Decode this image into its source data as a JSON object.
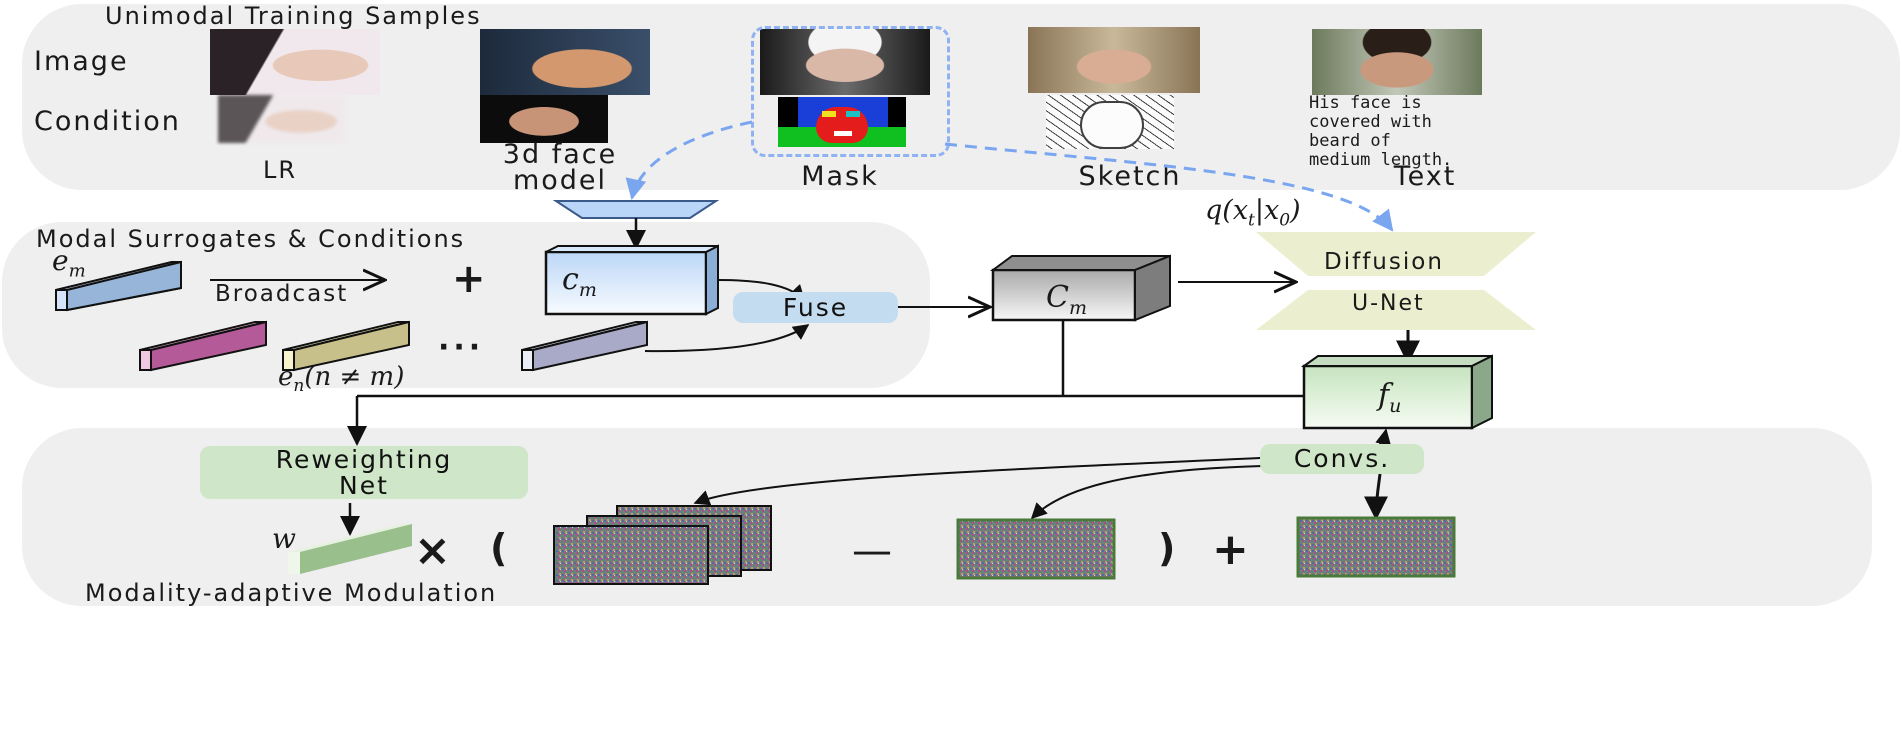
{
  "panels": {
    "unimodal_title": "Unimodal Training Samples",
    "surrogates_title": "Modal Surrogates & Conditions",
    "modulation_title": "Modality-adaptive Modulation"
  },
  "rows": {
    "image": "Image",
    "condition": "Condition"
  },
  "samples": [
    {
      "label": "LR"
    },
    {
      "label": "3d face\nmodel"
    },
    {
      "label": "Mask"
    },
    {
      "label": "Sketch"
    },
    {
      "label": "Text"
    }
  ],
  "text_condition": "His face is\ncovered with\nbeard of\nmedium length.",
  "math": {
    "e_m": "e",
    "e_m_sub": "m",
    "e_n": "e",
    "e_n_rest": "(n ≠ m)",
    "e_n_sub": "n",
    "c_m": "c",
    "c_m_sub": "m",
    "C_m": "C",
    "C_m_sub": "m",
    "f_u": "f",
    "f_u_sub": "u",
    "w": "w",
    "q_expr": "q(x",
    "q_t": "t",
    "q_mid": "|x",
    "q_0": "0",
    "q_end": ")"
  },
  "ops": {
    "broadcast": "Broadcast",
    "plus1": "+",
    "dots": "···",
    "fuse": "Fuse",
    "diffusion": "Diffusion",
    "unet": "U-Net",
    "convs": "Convs.",
    "reweighting": "Reweighting\nNet",
    "times": "×",
    "lparen": "(",
    "minus": "—",
    "rparen": ")",
    "plus2": "+"
  },
  "colors": {
    "panel": "#efefef",
    "blue_box": "#cfe3fb",
    "green_box": "#cfe6c8",
    "fuse": "#c4dcf0",
    "unet": "#ecefcf",
    "dash": "#7aa6f0"
  }
}
